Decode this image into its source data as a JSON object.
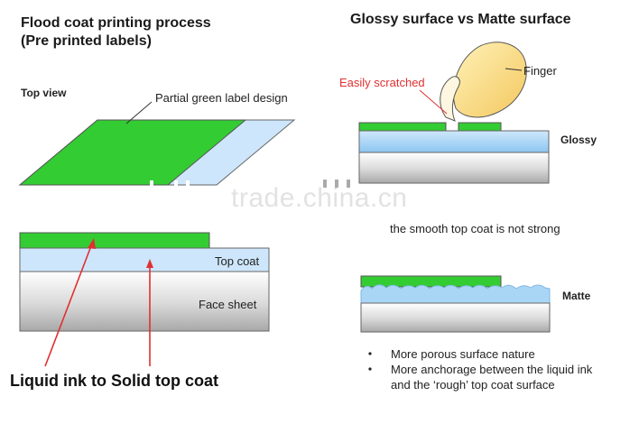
{
  "left": {
    "title_line1": "Flood coat printing process",
    "title_line2": "(Pre printed labels)",
    "top_view_label": "Top view",
    "label_design_caption": "Partial green label design",
    "top_coat_label": "Top coat",
    "face_sheet_label": "Face sheet",
    "bottom_caption": "Liquid ink  to Solid top coat"
  },
  "right": {
    "title": "Glossy surface vs Matte surface",
    "easily_scratched": "Easily scratched",
    "finger_label": "Finger",
    "glossy_label": "Glossy",
    "glossy_note": "the smooth top coat is not strong",
    "matte_label": "Matte",
    "bullets": [
      "More porous surface nature",
      "More anchorage between the liquid ink",
      "and the ‘rough’ top coat surface"
    ]
  },
  "watermark": "trade.china.cn",
  "colors": {
    "green": "#33cc33",
    "top_coat": "#cce6fa",
    "arrow_red": "#e03030",
    "glossy_blue": "#9ecff4"
  }
}
